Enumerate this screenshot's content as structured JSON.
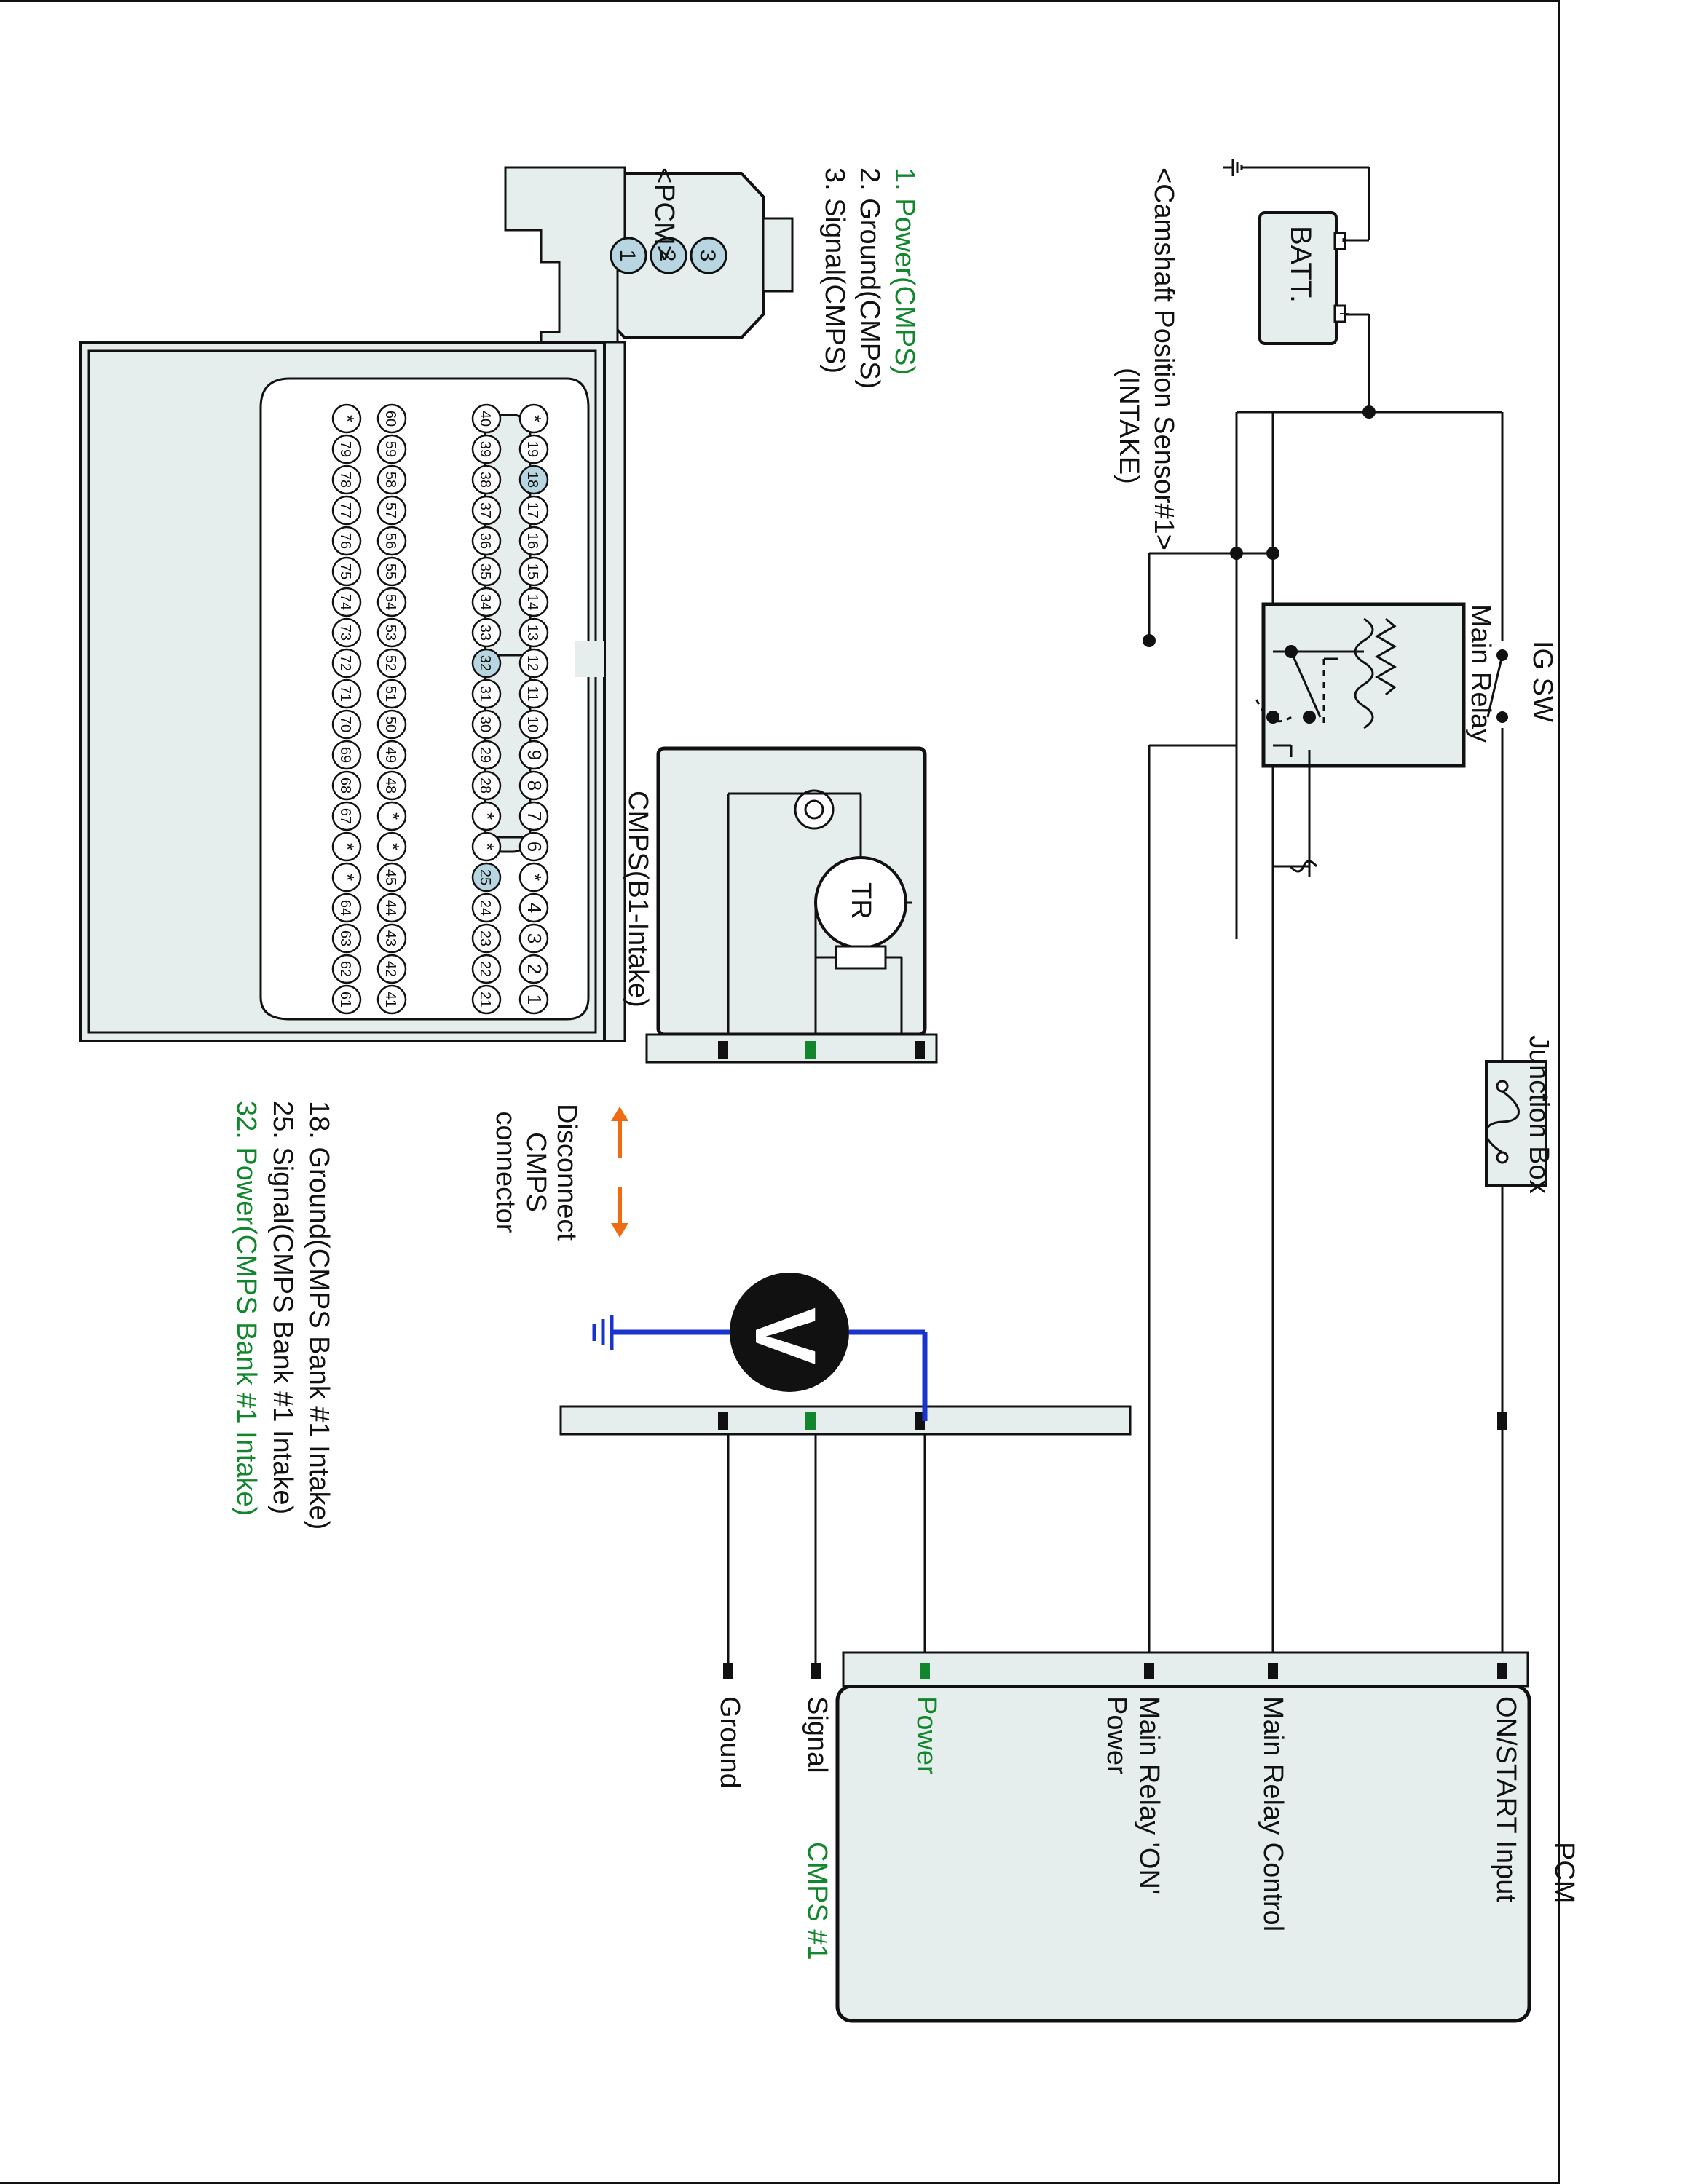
{
  "battery": {
    "label": "BATT.",
    "plus": "+",
    "minus": "-"
  },
  "ig_sw": {
    "label": "IG SW"
  },
  "main_relay": {
    "label": "Main Relay"
  },
  "junction_box": {
    "label": "Junction Box"
  },
  "pcm_box": {
    "title": "PCM",
    "pins": [
      "ON/START Input",
      "Main Relay Control",
      "Main Relay 'ON'",
      "Power",
      "Power",
      "Signal",
      "Ground"
    ],
    "group_label": "CMPS #1"
  },
  "cmps_sensor": {
    "label": "CMPS(B1-Intake)",
    "tr_label": "TR"
  },
  "disconnect_note": [
    "Disconnect",
    "CMPS",
    "connector"
  ],
  "voltmeter": {
    "symbol": "V"
  },
  "camshaft_connector": {
    "title": "<Camshaft Position Sensor#1>",
    "subtitle": "(INTAKE)",
    "cavities": [
      "3",
      "2",
      "1"
    ],
    "legend": [
      {
        "text": "1. Power(CMPS)",
        "highlight": true
      },
      {
        "text": "2. Ground(CMPS)",
        "highlight": false
      },
      {
        "text": "3. Signal(CMPS)",
        "highlight": false
      }
    ]
  },
  "pcm_connector": {
    "title": "<PCM>",
    "row1": [
      "*",
      "19",
      "18",
      "17",
      "16",
      "15",
      "14",
      "13",
      "12",
      "11",
      "10",
      "9",
      "8",
      "7",
      "6",
      "*",
      "4",
      "3",
      "2",
      "1"
    ],
    "row2": [
      "40",
      "39",
      "38",
      "37",
      "36",
      "35",
      "34",
      "33",
      "32",
      "31",
      "30",
      "29",
      "28",
      "*",
      "*",
      "25",
      "24",
      "23",
      "22",
      "21"
    ],
    "row3": [
      "60",
      "59",
      "58",
      "57",
      "56",
      "55",
      "54",
      "53",
      "52",
      "51",
      "50",
      "49",
      "48",
      "*",
      "*",
      "45",
      "44",
      "43",
      "42",
      "41"
    ],
    "row4": [
      "*",
      "79",
      "78",
      "77",
      "76",
      "75",
      "74",
      "73",
      "72",
      "71",
      "70",
      "69",
      "68",
      "67",
      "*",
      "*",
      "64",
      "63",
      "62",
      "61"
    ],
    "highlighted": [
      "18",
      "25",
      "32"
    ],
    "legend": [
      {
        "text": "18. Ground(CMPS Bank #1 Intake)",
        "highlight": false
      },
      {
        "text": "25. Signal(CMPS Bank #1 Intake)",
        "highlight": false
      },
      {
        "text": "32. Power(CMPS Bank #1 Intake)",
        "highlight": true
      }
    ]
  },
  "colors": {
    "line": "#111111",
    "power_green": "#11862d",
    "meter_lead_blue": "#1a33cc",
    "arrow_orange": "#f06a12",
    "box_fill": "#e6eded",
    "pin_highlight": "#b7d6e2"
  }
}
